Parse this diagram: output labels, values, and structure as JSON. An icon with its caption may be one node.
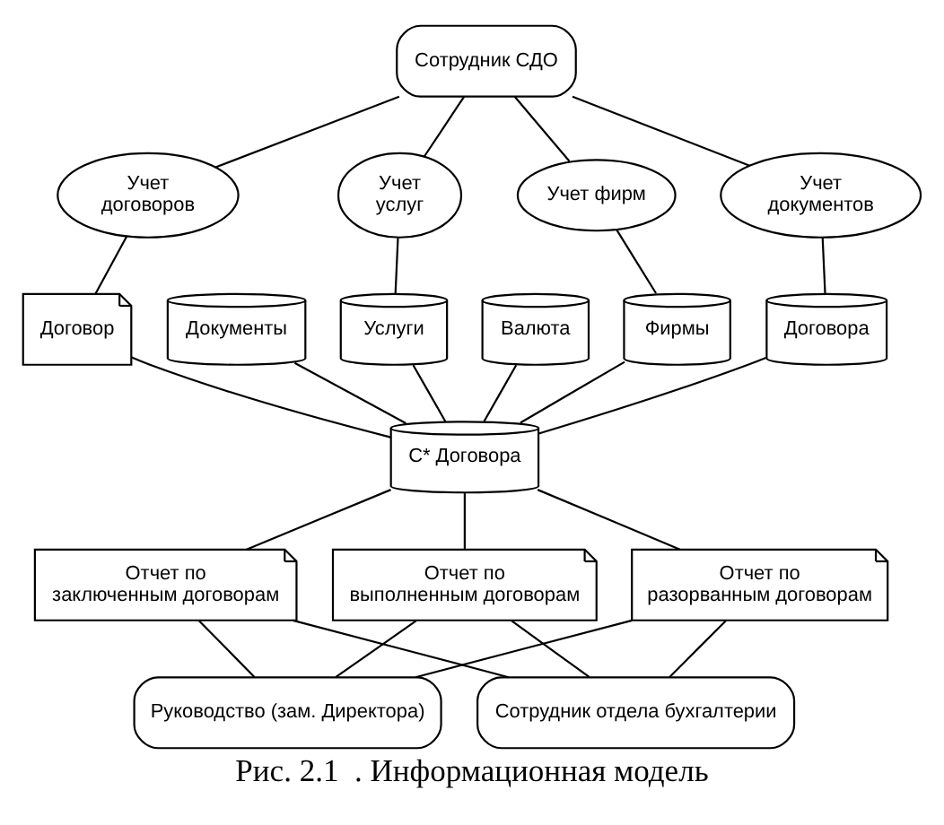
{
  "diagram": {
    "caption": "Рис. 2.1  . Информационная модель",
    "nodes": [
      {
        "text": [
          "Сотрудник СДО"
        ]
      },
      {
        "text": [
          "Учет договоров"
        ]
      },
      {
        "text": [
          "Договор"
        ]
      },
      {
        "text": [
          "Документы"
        ]
      },
      {
        "text": [
          "Услуги"
        ]
      },
      {
        "text": [
          "Валюта"
        ]
      },
      {
        "text": [
          "Фирмы"
        ]
      },
      {
        "text": [
          "Договора"
        ]
      },
      {
        "text": [
          "Учет услуг"
        ]
      },
      {
        "text": [
          "Учет фирм"
        ]
      },
      {
        "text": [
          "Учет документов"
        ]
      },
      {
        "text": [
          "С* Договора"
        ]
      },
      {
        "text": [
          "Отчет по заключенным договорам"
        ]
      },
      {
        "text": [
          "Отчет по выполненным договорам"
        ]
      },
      {
        "text": [
          "Отчет по разорванным договорам"
        ]
      },
      {
        "text": [
          "Руководство (зам. Директора)"
        ]
      },
      {
        "text": [
          "Сотрудник отдела бухгалтерии"
        ]
      }
    ],
    "edges": [
      {
        "from": 0,
        "to": 1,
        "arrow": "none"
      },
      {
        "from": 0,
        "to": 8,
        "arrow": "none"
      },
      {
        "from": 0,
        "to": 9,
        "arrow": "none"
      },
      {
        "from": 0,
        "to": 10,
        "arrow": "none"
      },
      {
        "from": 1,
        "to": 2,
        "arrow": "none"
      },
      {
        "from": 2,
        "to": 11,
        "arrow": "none"
      },
      {
        "from": 8,
        "to": 4,
        "arrow": "none"
      },
      {
        "from": 9,
        "to": 6,
        "arrow": "none"
      },
      {
        "from": 10,
        "to": 7,
        "arrow": "none"
      },
      {
        "from": 3,
        "to": 11,
        "arrow": "none"
      },
      {
        "from": 4,
        "to": 11,
        "arrow": "none"
      },
      {
        "from": 5,
        "to": 11,
        "arrow": "none"
      },
      {
        "from": 6,
        "to": 11,
        "arrow": "none"
      },
      {
        "from": 7,
        "to": 11,
        "arrow": "none"
      },
      {
        "from": 11,
        "to": 12,
        "arrow": "none"
      },
      {
        "from": 11,
        "to": 13,
        "arrow": "none"
      },
      {
        "from": 11,
        "to": 14,
        "arrow": "none"
      },
      {
        "from": 12,
        "to": 15,
        "arrow": "none"
      },
      {
        "from": 12,
        "to": 16,
        "arrow": "none"
      },
      {
        "from": 13,
        "to": 15,
        "arrow": "none"
      },
      {
        "from": 13,
        "to": 16,
        "arrow": "none"
      },
      {
        "from": 14,
        "to": 15,
        "arrow": "none"
      },
      {
        "from": 14,
        "to": 16,
        "arrow": "none"
      }
    ]
  }
}
